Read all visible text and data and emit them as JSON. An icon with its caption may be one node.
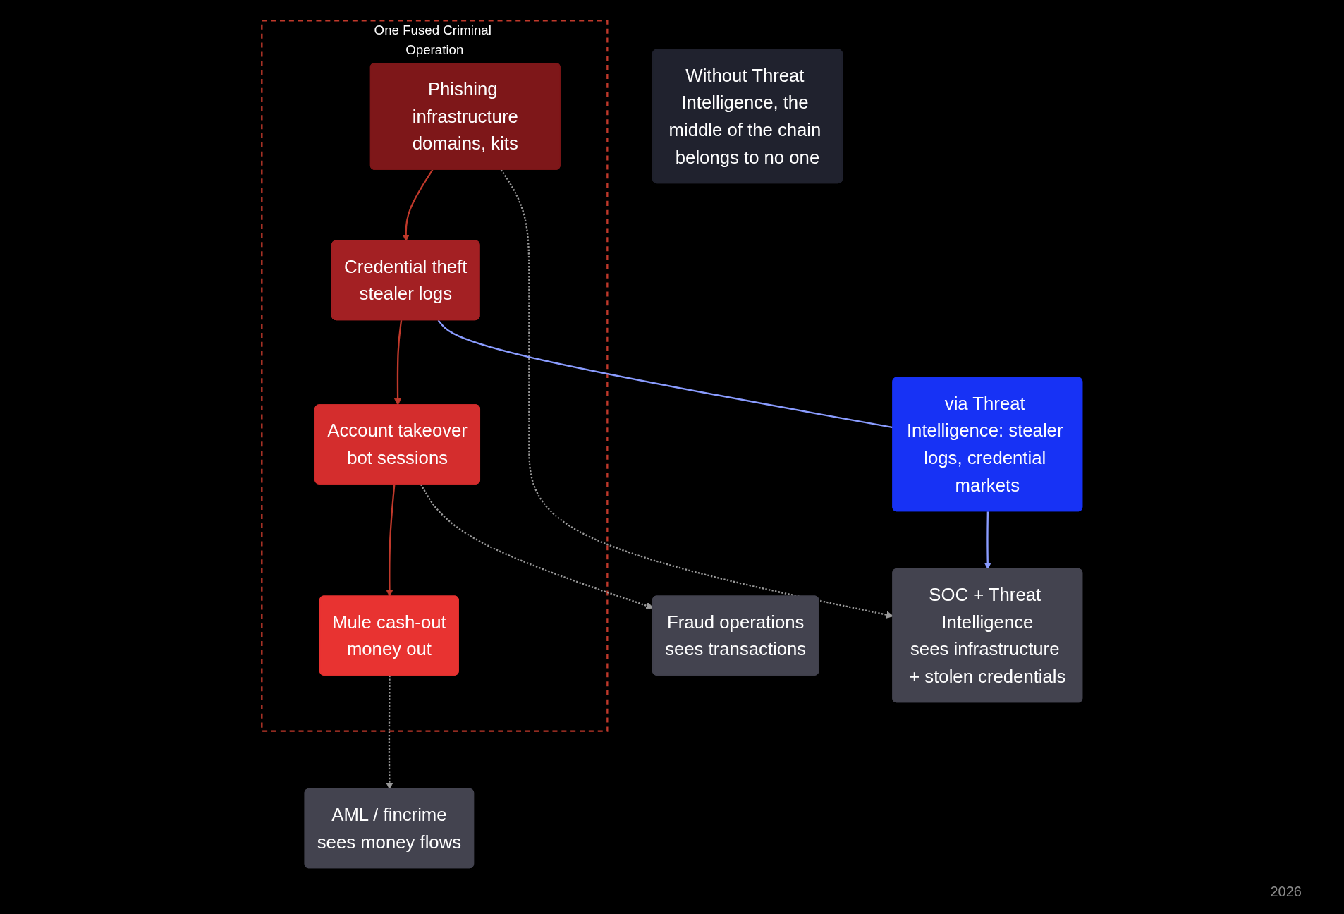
{
  "diagram": {
    "nodes": [
      {
        "text": [
          "One Fused Criminal Operation"
        ]
      },
      {
        "text": [
          "Phishing infrastructure",
          "domains, kits"
        ],
        "in": 0
      },
      {
        "text": [
          "Credential theft",
          "stealer logs"
        ],
        "in": 0
      },
      {
        "text": [
          "Account takeover",
          "bot sessions"
        ],
        "in": 0
      },
      {
        "text": [
          "Mule cash-out",
          "money out"
        ],
        "in": 0
      },
      {
        "text": [
          "via Threat Intelligence: stealer logs, credential markets"
        ]
      },
      {
        "text": [
          "SOC + Threat Intelligence",
          "sees infrastructure + stolen credentials"
        ]
      },
      {
        "text": [
          "Fraud operations",
          "sees transactions"
        ]
      },
      {
        "text": [
          "AML / fincrime",
          "sees money flows"
        ]
      },
      {
        "text": [
          "Without Threat Intelligence, the middle of the chain belongs to no one"
        ]
      }
    ],
    "edges": [
      {
        "from": 1,
        "to": 2,
        "arrow": "to",
        "color": "#c0392b"
      },
      {
        "from": 2,
        "to": 3,
        "arrow": "to",
        "color": "#c0392b"
      },
      {
        "from": 3,
        "to": 4,
        "arrow": "to",
        "color": "#c0392b"
      },
      {
        "from": 1,
        "to": 6,
        "arrow": "to",
        "style": "dashed",
        "color": "#9a9a9a"
      },
      {
        "from": 2,
        "to": 5,
        "arrow": "none",
        "color": "#8a9cff"
      },
      {
        "from": 5,
        "to": 6,
        "arrow": "to",
        "color": "#8a9cff"
      },
      {
        "from": 3,
        "to": 7,
        "arrow": "to",
        "style": "dashed",
        "color": "#9a9a9a"
      },
      {
        "from": 4,
        "to": 8,
        "arrow": "to",
        "style": "dashed",
        "color": "#9a9a9a"
      }
    ],
    "labels": [
      "2026"
    ]
  }
}
